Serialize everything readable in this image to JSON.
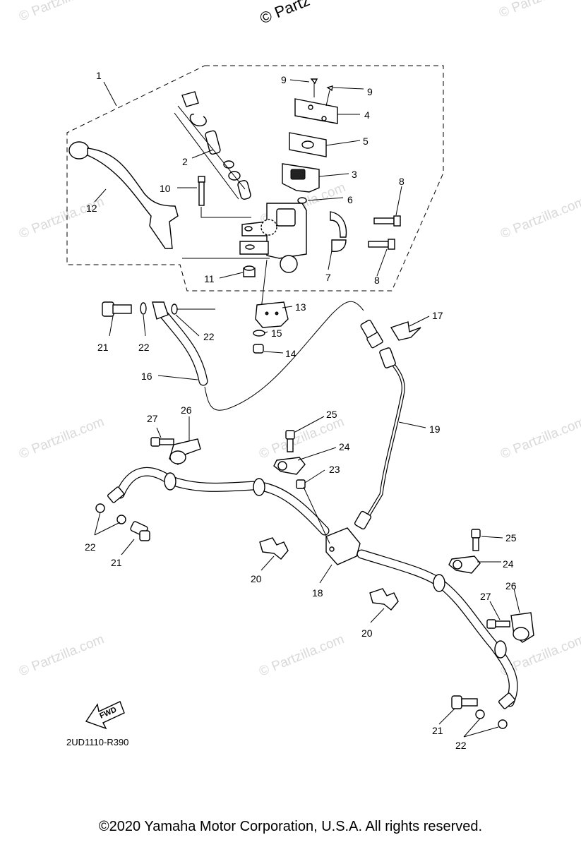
{
  "watermark": {
    "text": "© Partzilla.com",
    "top_text": "© Partz"
  },
  "callouts": [
    "1",
    "2",
    "3",
    "4",
    "5",
    "6",
    "7",
    "8",
    "9",
    "10",
    "11",
    "12",
    "13",
    "14",
    "15",
    "16",
    "17",
    "18",
    "19",
    "20",
    "21",
    "22",
    "23",
    "24",
    "25",
    "26",
    "27"
  ],
  "fwd_label": "FWD",
  "diagram_code": "2UD1110-R390",
  "copyright": "©2020 Yamaha Motor Corporation, U.S.A. All rights reserved."
}
